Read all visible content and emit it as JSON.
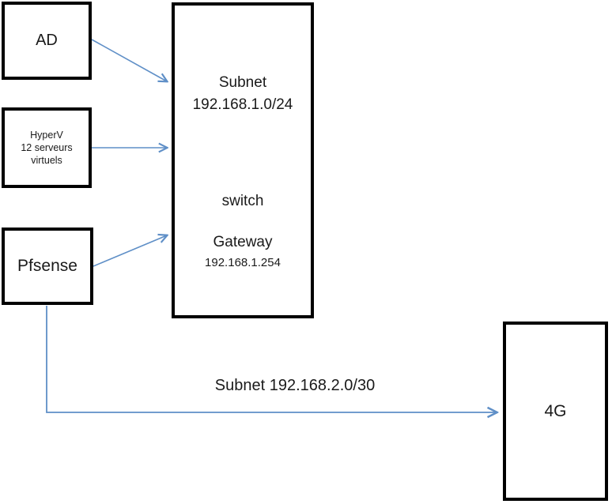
{
  "diagram": {
    "nodes": {
      "ad": {
        "label": "AD"
      },
      "hyperv": {
        "lines": [
          "HyperV",
          "12 serveurs",
          "virtuels"
        ]
      },
      "pfsense": {
        "label": "Pfsense"
      },
      "subnet_switch": {
        "title_line1": "Subnet",
        "title_line2": "192.168.1.0/24",
        "switch_label": "switch",
        "gateway_label": "Gateway",
        "gateway_ip": "192.168.1.254"
      },
      "g4": {
        "label": "4G"
      }
    },
    "connector_labels": {
      "wan_subnet": "Subnet 192.168.2.0/30"
    },
    "colors": {
      "connector": "#5f8fc7",
      "box_border": "#000000",
      "background": "#ffffff",
      "text": "#1a1a1a"
    }
  }
}
